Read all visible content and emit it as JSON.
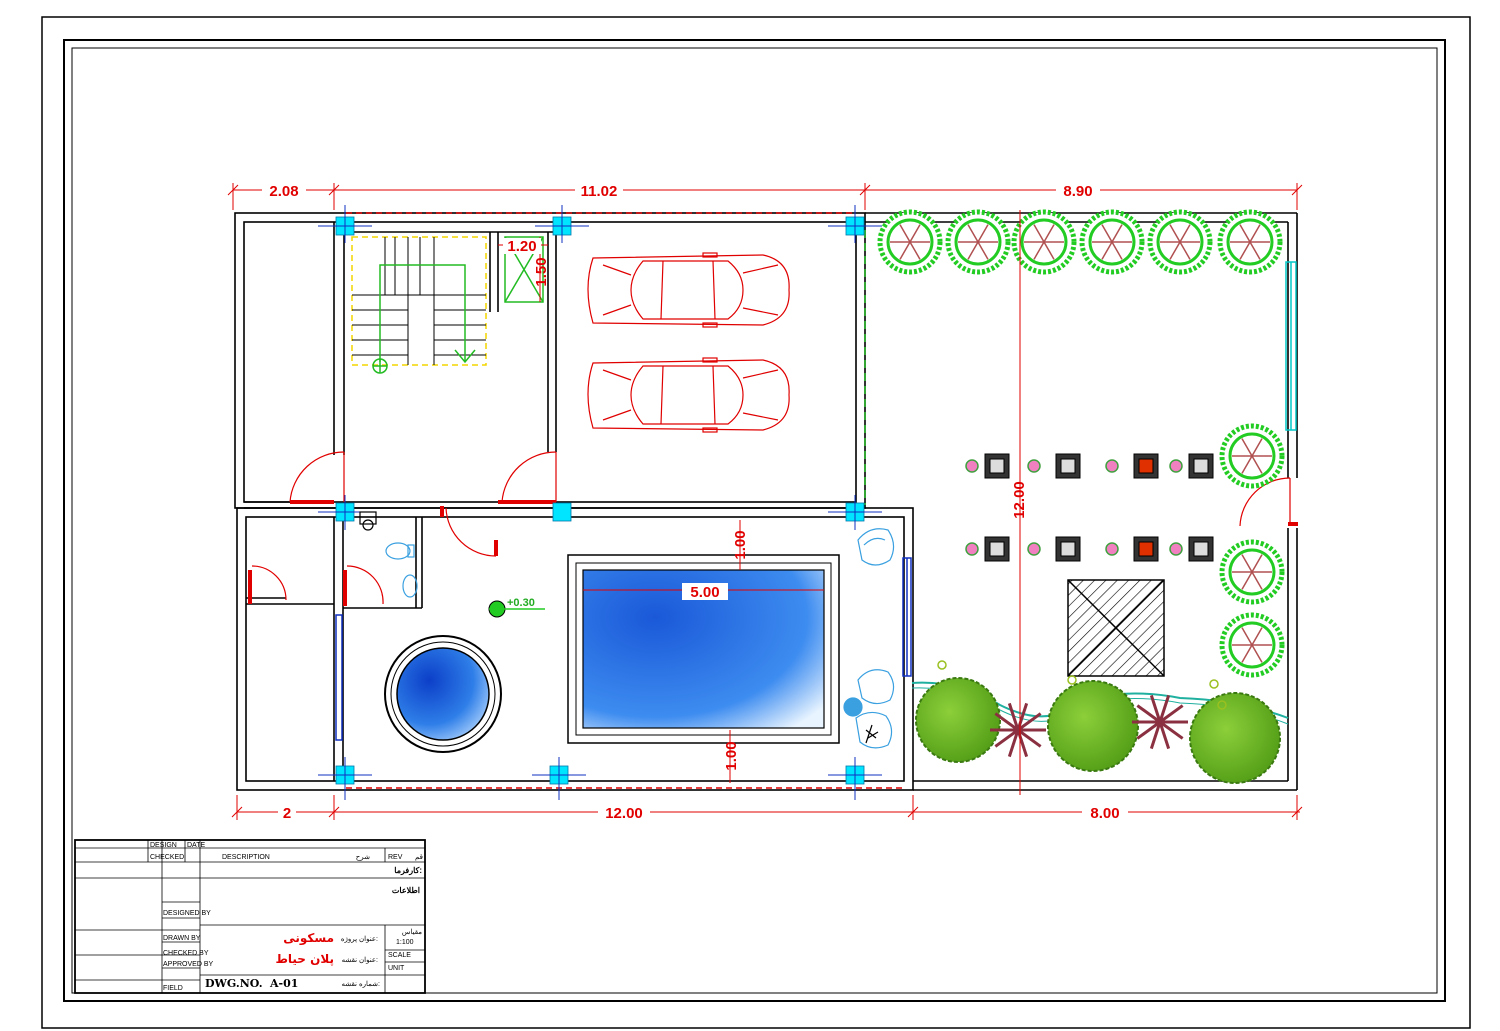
{
  "dimensions": {
    "top_left": "2.08",
    "top_mid": "11.02",
    "top_right": "8.90",
    "bottom_left": "2",
    "bottom_mid": "12.00",
    "bottom_right": "8.00",
    "stair_width": "1.20",
    "stair_height": "1.50",
    "pool_top_offset": "1.00",
    "pool_bottom_offset": "1.00",
    "pool_length": "5.00",
    "yard_depth": "12.00",
    "level_mark": "+0.30"
  },
  "title_block": {
    "rev_label": "REV",
    "rev_label_fa": "قم",
    "description_label": "DESCRIPTION",
    "description_label_fa": "شرح",
    "checked_label": "CHECKED",
    "date_label": "DATE",
    "design_label": "DESIGN",
    "client_label_fa": "کارفرما:",
    "info_label_fa": "اطلاعات",
    "designed_by": "DESIGNED BY",
    "drawn_by": "DRAWN BY",
    "checked_by": "CHECKED BY",
    "approved_by": "APPROVED BY",
    "field_label": "FIELD",
    "project_title_label_fa": "عنوان پروژه:",
    "project_title_fa": "مسکونی",
    "drawing_title_label_fa": "عنوان نقشه:",
    "drawing_title_fa": "پلان حیاط",
    "scale_label_fa": "مقیاس",
    "scale_value": "1:100",
    "scale_label": "SCALE",
    "unit_label": "UNIT",
    "dwg_no_label": "DWG.NO.",
    "dwg_no_value": "A-01",
    "dwg_no_label_fa": "شماره نقشه:"
  },
  "colors": {
    "wall": "#000000",
    "dimension": "#e10000",
    "car": "#e00000",
    "pool": "#1e6fe0",
    "tree": "#22cc22",
    "column": "#00e5ff",
    "stair": "#22bb22"
  }
}
